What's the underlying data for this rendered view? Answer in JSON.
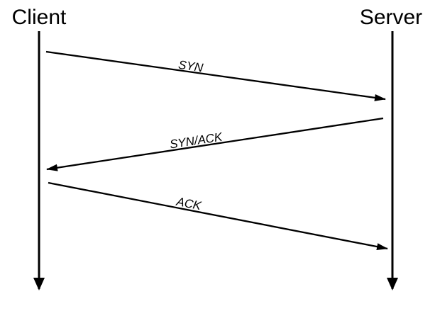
{
  "diagram": {
    "type": "sequence-diagram",
    "background_color": "#ffffff",
    "line_color": "#000000",
    "actors": [
      {
        "name": "Client"
      },
      {
        "name": "Server"
      }
    ],
    "messages": [
      {
        "label": "SYN",
        "from": "Client",
        "to": "Server"
      },
      {
        "label": "SYN/ACK",
        "from": "Server",
        "to": "Client"
      },
      {
        "label": "ACK",
        "from": "Client",
        "to": "Server"
      }
    ]
  }
}
